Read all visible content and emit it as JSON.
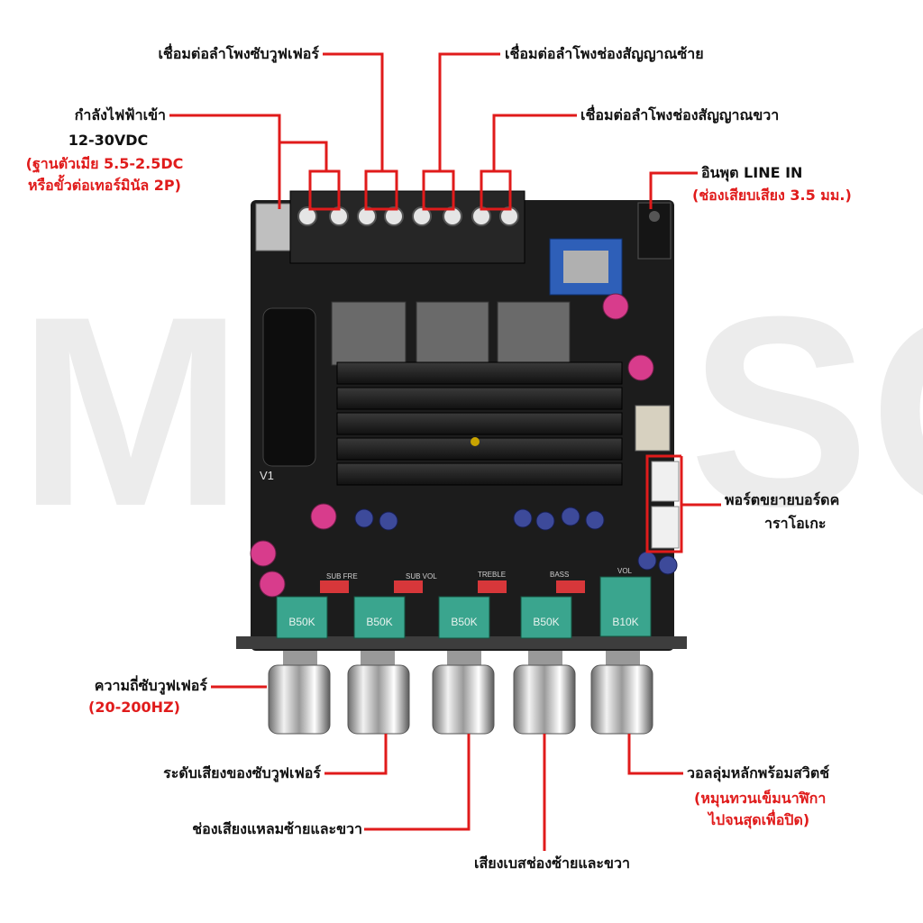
{
  "watermark": "MBY SOUND",
  "board": {
    "silk_v1": "V1",
    "pot_values": [
      "B50K",
      "B50K",
      "B50K",
      "B50K",
      "B10K"
    ],
    "silk_labels": [
      "SUB FRE",
      "SUB VOL",
      "TREBLE",
      "BASS",
      "VOL"
    ]
  },
  "labels": {
    "sub_speaker": "เชื่อมต่อลำโพงซับวูฟเฟอร์",
    "left_speaker": "เชื่อมต่อลำโพงช่องสัญญาณซ้าย",
    "right_speaker": "เชื่อมต่อลำโพงช่องสัญญาณขวา",
    "power_title": "กำลังไฟฟ้าเข้า",
    "power_voltage": "12-30VDC",
    "power_note_1": "(ฐานตัวเมีย 5.5-2.5DC",
    "power_note_2": "หรือขั้วต่อเทอร์มินัล 2P)",
    "linein_title": "อินพุต LINE IN",
    "linein_note": "(ช่องเสียบเสียง 3.5 มม.)",
    "karaoke_1": "พอร์ตขยายบอร์ดค",
    "karaoke_2": "าราโอเกะ",
    "sub_freq_title": "ความถี่ซับวูฟเฟอร์",
    "sub_freq_range": "(20-200HZ)",
    "sub_level": "ระดับเสียงของซับวูฟเฟอร์",
    "treble": "ช่องเสียงแหลมซ้ายและขวา",
    "bass": "เสียงเบสช่องซ้ายและขวา",
    "volume_title": "วอลลุ่มหลักพร้อมสวิตช์",
    "volume_note_1": "(หมุนทวนเข็มนาฬิกา",
    "volume_note_2": "ไปจนสุดเพื่อปิด)"
  },
  "colors": {
    "accent": "#e01b1b",
    "board": "#1c1c1c",
    "pot": "#3aa58e"
  }
}
